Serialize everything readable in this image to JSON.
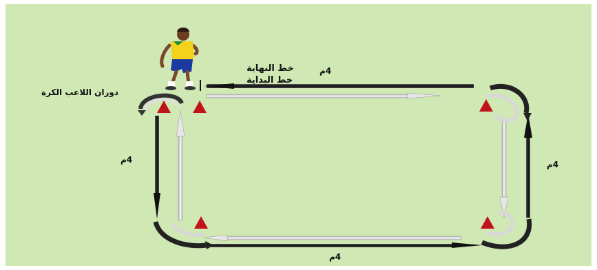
{
  "labels": {
    "finish_line": "خط النهاية",
    "start_line": "خط البداية",
    "player_turn_ball": "دوران اللاعب الكرة",
    "dist_top": "4م",
    "dist_bottom": "4م",
    "dist_left": "4م",
    "dist_right": "4م"
  },
  "colors": {
    "field": "#cfe8b4",
    "cone": "#c0141a",
    "dark_arrow": "#2b2b2b",
    "light_arrow": "#d9d9d9",
    "shirt": "#f2d21b",
    "shorts": "#1b3aa0"
  },
  "icons": {
    "cone": "triangle-cone-icon",
    "player": "soccer-player-icon"
  }
}
